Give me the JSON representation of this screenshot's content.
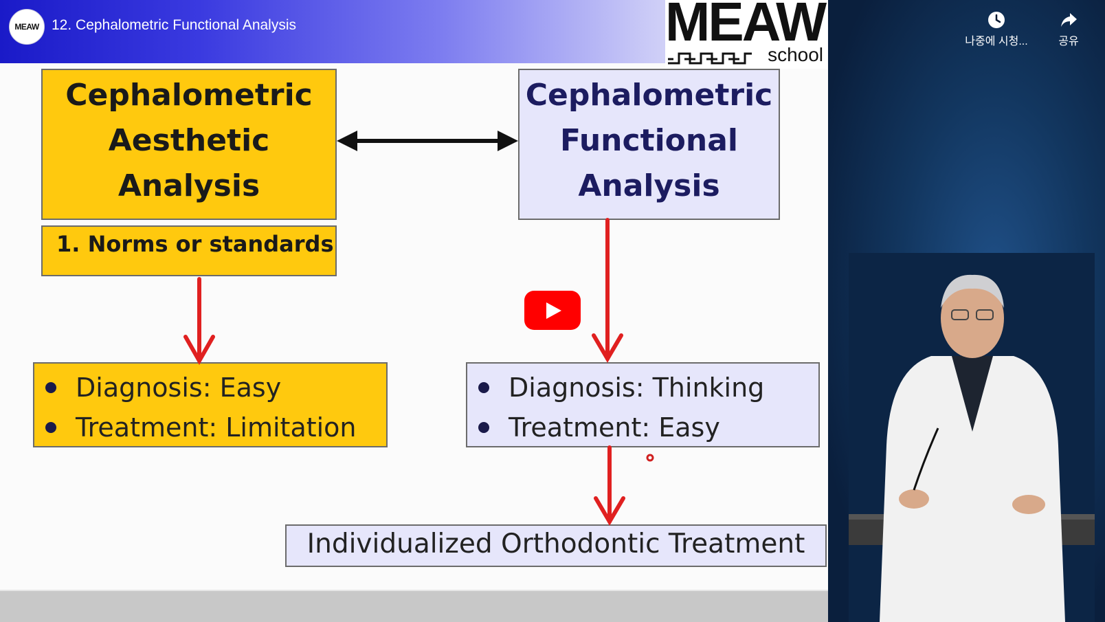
{
  "video": {
    "title": "12. Cephalometric Functional Analysis",
    "channel_avatar_text": "MEAW"
  },
  "logo": {
    "word": "MEAW",
    "school": "school"
  },
  "actions": {
    "watch_later": "나중에 시청...",
    "share": "공유"
  },
  "diagram": {
    "aesthetic_box": [
      "Cephalometric",
      "Aesthetic",
      "Analysis"
    ],
    "functional_box": [
      "Cephalometric",
      "Functional",
      "Analysis"
    ],
    "norms": "1. Norms or standards",
    "aesthetic_bullets": [
      "Diagnosis: Easy",
      "Treatment: Limitation"
    ],
    "functional_bullets": [
      "Diagnosis: Thinking",
      "Treatment: Easy"
    ],
    "result": "Individualized Orthodontic Treatment"
  },
  "colors": {
    "yellow": "#ffc90e",
    "lavender": "#e6e6fb",
    "arrow_red": "#e02020",
    "youtube_red": "#ff0000"
  }
}
